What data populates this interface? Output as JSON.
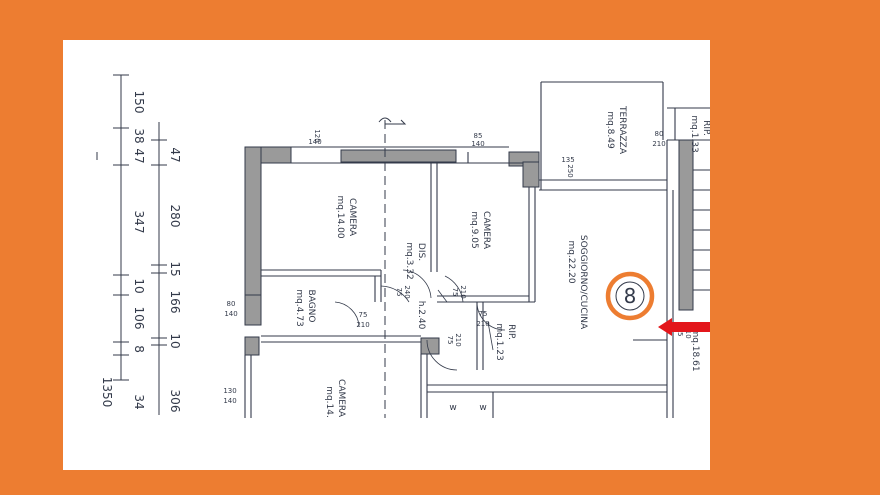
{
  "colors": {
    "background": "#ED7D31",
    "panel": "#FFFFFF",
    "wall_fill": "#9A9A9A",
    "line": "#333A4A",
    "marker_ring": "#ED7D31",
    "arrow": "#E3161B"
  },
  "dims_outer": [
    "150",
    "38",
    "47",
    "347",
    "10",
    "106",
    "8",
    "34",
    "1350"
  ],
  "dims_inner": [
    "47",
    "280",
    "15",
    "166",
    "10",
    "306"
  ],
  "rooms": [
    {
      "name": "TERRAZZA",
      "area": "mq.8.49"
    },
    {
      "name": "CAMERA",
      "area": "mq.14.00"
    },
    {
      "name": "CAMERA",
      "area": "mq.9.05"
    },
    {
      "name": "DIS.",
      "area": "mq.3.32"
    },
    {
      "name": "SOGGIORNO/CUCINA",
      "area": "mq.22.20"
    },
    {
      "name": "BAGNO",
      "area": "mq.4.73"
    },
    {
      "name": "RIP.",
      "area": "mq.1.23"
    },
    {
      "name": "CAMERA",
      "area": "mq.14."
    },
    {
      "name": "RIP.",
      "area": "mq.1.33"
    }
  ],
  "extra_text": {
    "height": "h.2.40",
    "right_edge_text": "mq.18.61",
    "w1": "w",
    "w2": "w"
  },
  "windows": [
    {
      "w": "120",
      "h": "140"
    },
    {
      "w": "85",
      "h": "140"
    },
    {
      "w": "135",
      "h": "250"
    },
    {
      "w": "80",
      "h": "210"
    },
    {
      "w": "80",
      "h": "140"
    },
    {
      "w": "130",
      "h": "140"
    }
  ],
  "doors": [
    {
      "w": "75",
      "h": "240"
    },
    {
      "w": "75",
      "h": "210"
    },
    {
      "w": "75",
      "h": "210"
    },
    {
      "w": "75",
      "h": "210"
    },
    {
      "w": "75",
      "h": "210"
    },
    {
      "w": "75",
      "h": "210"
    }
  ],
  "marker": {
    "number": "8"
  }
}
